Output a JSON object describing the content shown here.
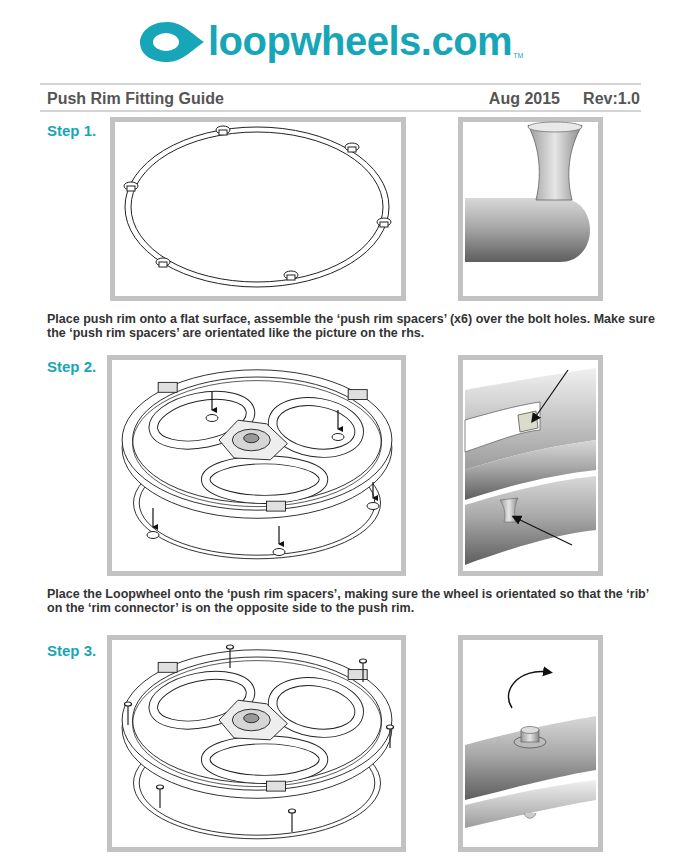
{
  "diagram": {
    "title": "Push Rim Fitting Guide",
    "labels": [
      "loopwheels.com",
      "TM",
      "Aug 2015",
      "Rev:1.0",
      "Step 1.",
      "Place push rim onto a flat surface, assemble the ‘push rim spacers’ (x6) over the bolt holes. Make sure the ‘push rim spacers’ are orientated like the picture on the rhs.",
      "Step 2.",
      "Place the Loopwheel onto the ‘push rim spacers’, making sure the wheel is orientated so that the ‘rib’ on the ‘rim connector’ is on the opposite side to the push rim.",
      "Step 3."
    ]
  }
}
